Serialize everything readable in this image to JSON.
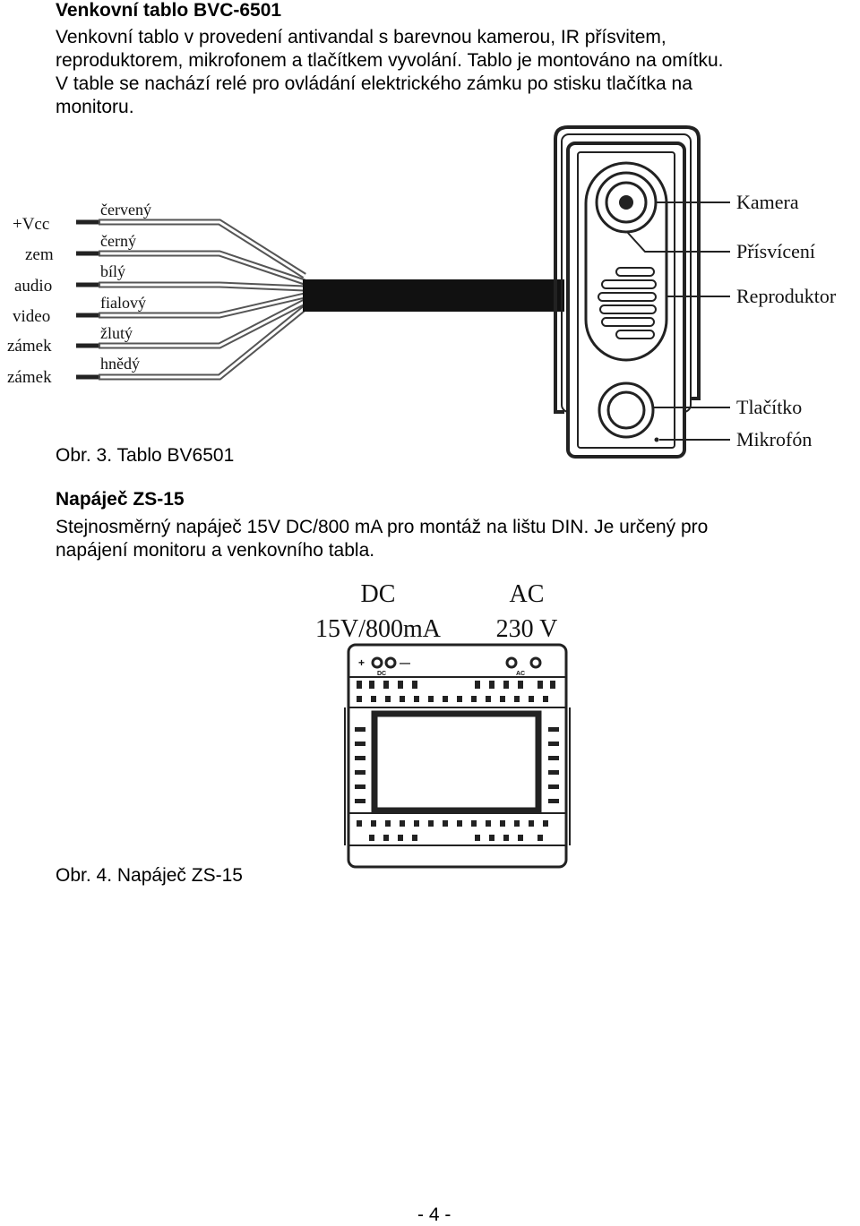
{
  "section1": {
    "heading": "Venkovní tablo BVC-6501",
    "paragraph_lines": [
      "Venkovní tablo v provedení antivandal s barevnou kamerou, IR přísvitem,",
      "reproduktorem, mikrofonem a tlačítkem vyvolání. Tablo je montováno na omítku.",
      "V table se nachází relé pro ovládání elektrického zámku po stisku tlačítka na",
      "monitoru."
    ]
  },
  "figure3": {
    "wire_functions": [
      "+Vcc",
      "zem",
      "audio",
      "video",
      "zámek",
      "zámek"
    ],
    "wire_colors": [
      "červený",
      "černý",
      "bílý",
      "fialový",
      "žlutý",
      "hnědý"
    ],
    "panel_labels": {
      "kamera": "Kamera",
      "prisviceni": "Přísvícení",
      "reproduktor": "Reproduktor",
      "tlacitko": "Tlačítko",
      "mikrofon": "Mikrofón"
    },
    "caption": "Obr. 3. Tablo BV6501"
  },
  "section2": {
    "heading": "Napáječ ZS-15",
    "paragraph_lines": [
      "Stejnosměrný napáječ 15V DC/800 mA pro montáž na lištu DIN. Je určený pro",
      "napájení monitoru a venkovního tabla."
    ]
  },
  "figure4": {
    "dc_label": "DC",
    "dc_value": "15V/800mA",
    "ac_label": "AC",
    "ac_value": "230 V",
    "terminal_dc": "DC",
    "terminal_ac": "AC",
    "terminal_plus": "+",
    "terminal_minus": "—",
    "caption": "Obr. 4. Napáječ ZS-15"
  },
  "footer": {
    "page_number": "- 4 -"
  }
}
